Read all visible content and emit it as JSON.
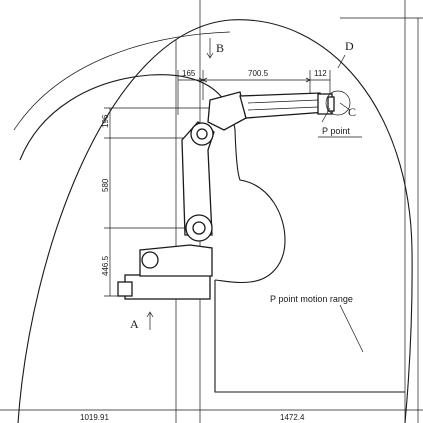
{
  "labels": {
    "view_b": "B",
    "view_a": "A",
    "curve_d": "D",
    "point_c": "C",
    "p_point": "P point",
    "motion_range": "P point motion range"
  },
  "dimensions": {
    "top_offset": "165",
    "top_reach": "700.5",
    "top_flange": "112",
    "vert_upper": "196",
    "vert_arm": "580",
    "vert_base": "446.5",
    "bottom_left": "1019.91",
    "bottom_right": "1472.4"
  }
}
